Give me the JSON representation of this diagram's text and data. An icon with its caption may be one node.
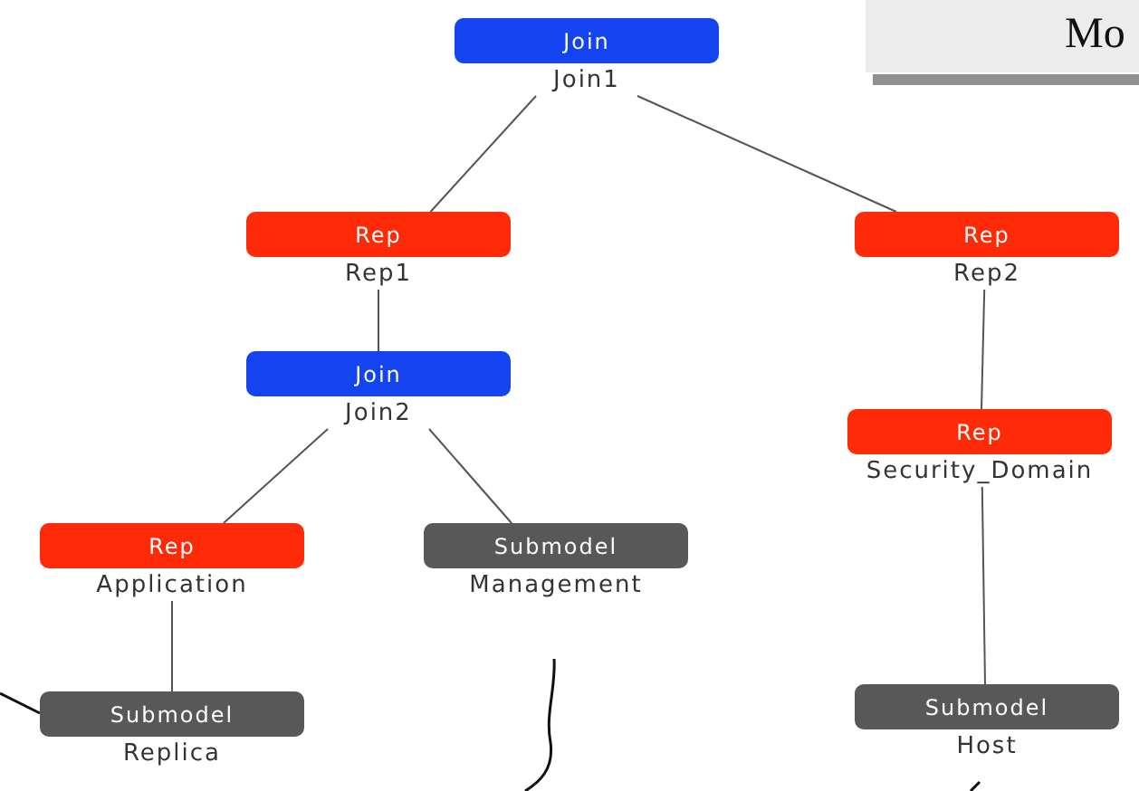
{
  "diagram": {
    "nodes": [
      {
        "text": [
          "Join",
          "Join1"
        ]
      },
      {
        "text": [
          "Rep",
          "Rep1"
        ]
      },
      {
        "text": [
          "Join",
          "Join2"
        ]
      },
      {
        "text": [
          "Rep",
          "Application"
        ]
      },
      {
        "text": [
          "Submodel",
          "Management"
        ]
      },
      {
        "text": [
          "Submodel",
          "Replica"
        ]
      },
      {
        "text": [
          "Rep",
          "Rep2"
        ]
      },
      {
        "text": [
          "Rep",
          "Security_Domain"
        ]
      },
      {
        "text": [
          "Submodel",
          "Host"
        ]
      }
    ],
    "edges": [
      {
        "from": 0,
        "to": 1,
        "arrow": "none"
      },
      {
        "from": 0,
        "to": 6,
        "arrow": "none"
      },
      {
        "from": 1,
        "to": 2,
        "arrow": "none"
      },
      {
        "from": 2,
        "to": 3,
        "arrow": "none"
      },
      {
        "from": 2,
        "to": 4,
        "arrow": "none"
      },
      {
        "from": 3,
        "to": 5,
        "arrow": "none"
      },
      {
        "from": 6,
        "to": 7,
        "arrow": "none"
      },
      {
        "from": 7,
        "to": 8,
        "arrow": "none"
      },
      {
        "from": null,
        "to": 5,
        "arrow": "none"
      }
    ],
    "labels": [
      "Mo"
    ]
  }
}
